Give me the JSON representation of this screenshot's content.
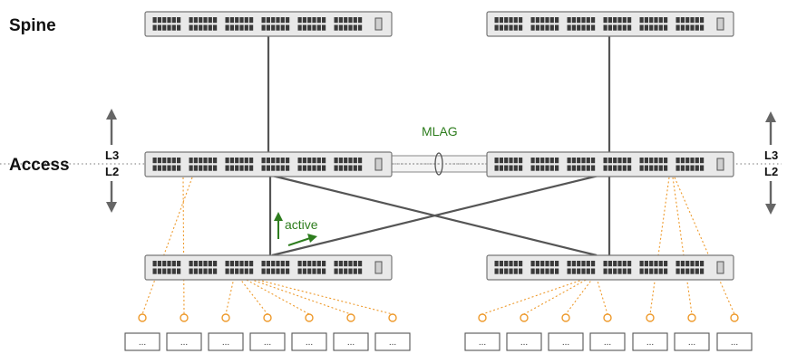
{
  "labels": {
    "spine": "Spine",
    "access": "Access",
    "l3": "L3",
    "l2": "L2",
    "mlag": "MLAG",
    "active": "active"
  },
  "host_label": "...",
  "host_count": 14,
  "colors": {
    "link": "#555555",
    "endpoint": "#ee9a2c",
    "green": "#2e7d1e",
    "arrow": "#666666",
    "switch_border": "#777777",
    "switch_fill": "#e9e9e9",
    "port": "#3a3a3a"
  },
  "icons": {
    "switch": "switch-icon",
    "endpoint": "endpoint-dot-icon",
    "host": "host-box-icon",
    "arrow": "arrow-icon"
  }
}
